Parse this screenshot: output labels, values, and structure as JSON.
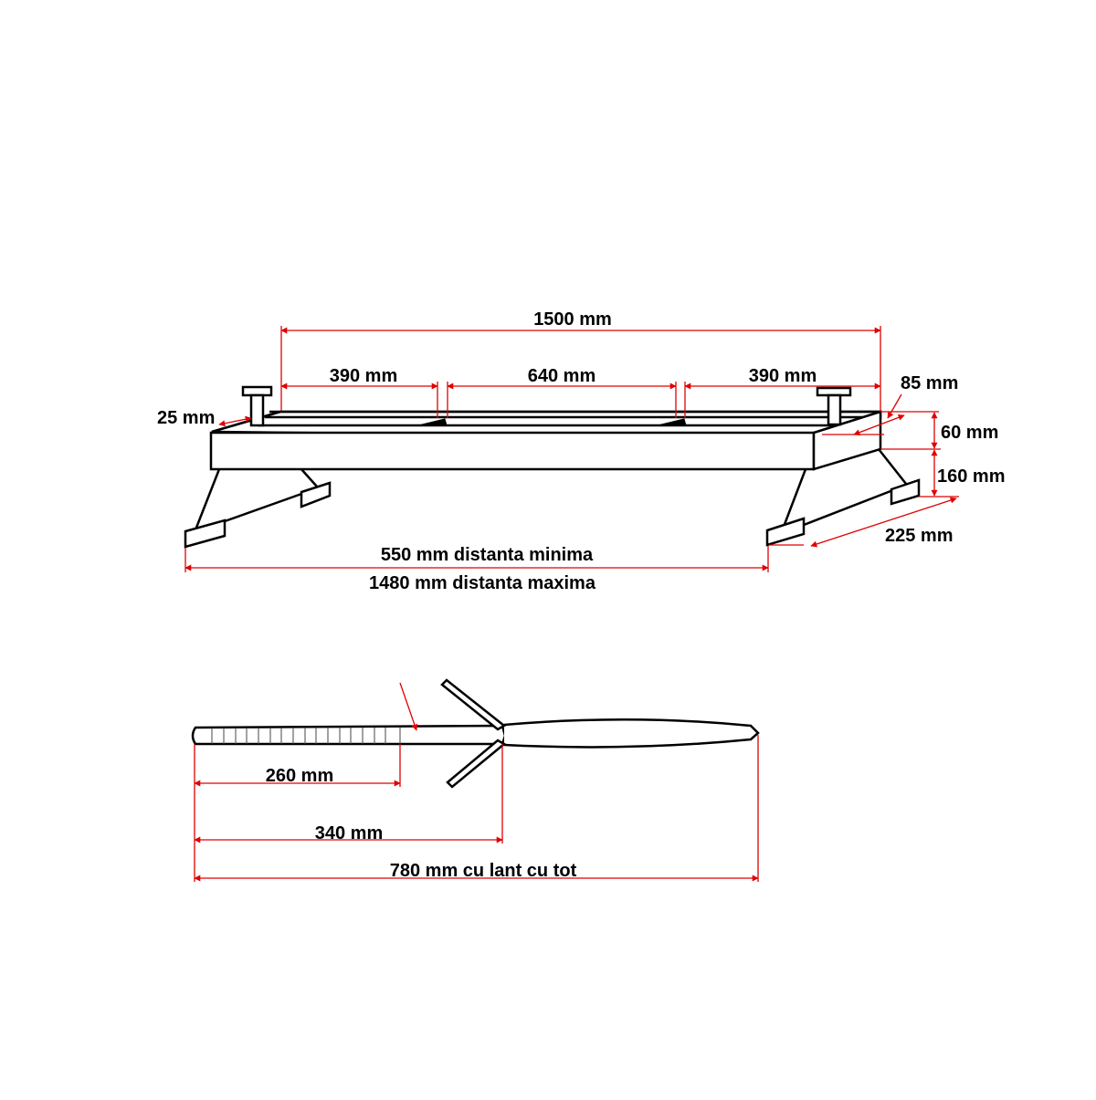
{
  "colors": {
    "dimension": "#e00000",
    "outline": "#000000",
    "background": "#ffffff"
  },
  "top_view": {
    "overall_length": "1500 mm",
    "segment_left": "390 mm",
    "segment_middle": "640 mm",
    "segment_right": "390 mm",
    "pin_offset": "25 mm",
    "depth": "85 mm",
    "beam_height": "60 mm",
    "leg_height": "160 mm",
    "foot_length": "225 mm",
    "min_distance": "550 mm distanta minima",
    "max_distance": "1480 mm distanta maxima"
  },
  "stake_view": {
    "threaded_length": "260 mm",
    "stake_length": "340 mm",
    "total_length": "780 mm cu lant cu tot"
  }
}
